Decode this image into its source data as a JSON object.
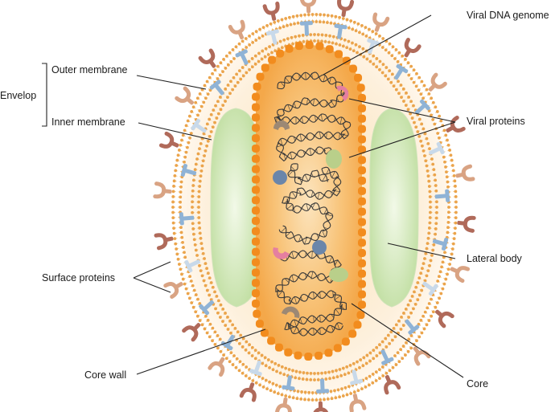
{
  "labels": {
    "envelop": "Envelop",
    "outer_membrane": "Outer membrane",
    "inner_membrane": "Inner membrane",
    "surface_proteins": "Surface proteins",
    "core_wall": "Core wall",
    "viral_dna_genome": "Viral DNA genome",
    "viral_proteins": "Viral proteins",
    "lateral_body": "Lateral body",
    "core": "Core"
  },
  "colors": {
    "membrane_dots": "#eba44b",
    "membrane_tails": "#f2c98a",
    "core_beads": "#f28c1e",
    "core_fill": "#f7b45a",
    "lateral_body": "#cfe6b4",
    "protein_blue": "#8fb3d6",
    "protein_light_blue": "#c8d9ea",
    "protein_brown": "#b06a5a",
    "protein_tan": "#d9a383",
    "viral_protein_pink": "#e57fa0",
    "viral_protein_green": "#b9cf8a",
    "viral_protein_blue": "#6b86aa",
    "viral_protein_brown": "#9c8874",
    "dna": "#3a3a3a"
  }
}
